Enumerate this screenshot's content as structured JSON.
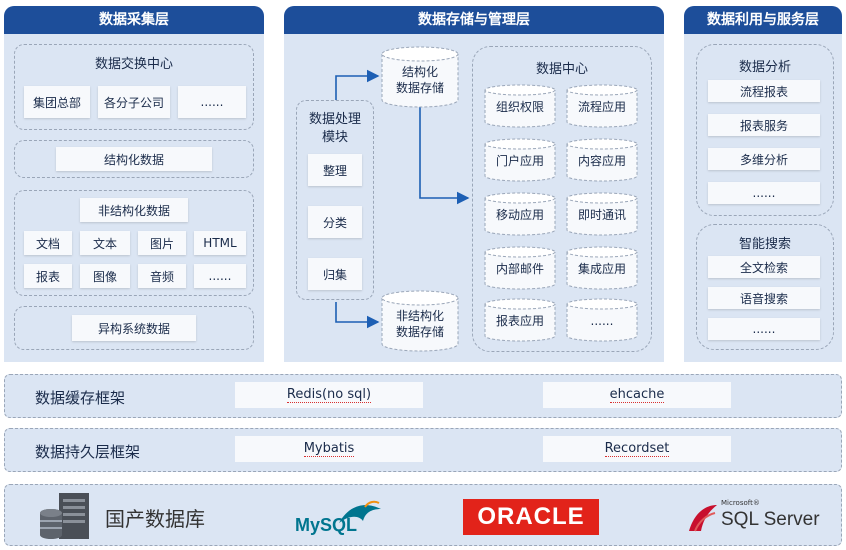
{
  "collection_layer": {
    "header": "数据采集层",
    "exchange_center": {
      "title": "数据交换中心",
      "items": [
        "集团总部",
        "各分子公司",
        "......"
      ]
    },
    "structured": "结构化数据",
    "unstructured": {
      "title": "非结构化数据",
      "items": [
        "文档",
        "文本",
        "图片",
        "HTML",
        "报表",
        "图像",
        "音频",
        "......"
      ]
    },
    "heterogeneous": "异构系统数据"
  },
  "storage_layer": {
    "header": "数据存储与管理层",
    "processing_module": {
      "title_line1": "数据处理",
      "title_line2": "模块",
      "items": [
        "整理",
        "分类",
        "归集"
      ]
    },
    "structured_storage": {
      "line1": "结构化",
      "line2": "数据存储"
    },
    "unstructured_storage": {
      "line1": "非结构化",
      "line2": "数据存储"
    },
    "data_center": {
      "title": "数据中心",
      "items": [
        "组织权限",
        "流程应用",
        "门户应用",
        "内容应用",
        "移动应用",
        "即时通讯",
        "内部邮件",
        "集成应用",
        "报表应用",
        "......"
      ]
    }
  },
  "service_layer": {
    "header": "数据利用与服务层",
    "analysis": {
      "title": "数据分析",
      "items": [
        "流程报表",
        "报表服务",
        "多维分析",
        "......"
      ]
    },
    "search": {
      "title": "智能搜索",
      "items": [
        "全文检索",
        "语音搜索",
        "......"
      ]
    }
  },
  "cache_framework": {
    "label": "数据缓存框架",
    "items": [
      "Redis(no sql)",
      "ehcache"
    ]
  },
  "persistence_framework": {
    "label": "数据持久层框架",
    "items": [
      "Mybatis",
      "Recordset"
    ]
  },
  "databases": {
    "domestic_label": "国产数据库",
    "mysql_logo": "MySQL",
    "oracle_logo": "ORACLE",
    "sqlserver_small": "Microsoft®",
    "sqlserver_logo": "SQL Server",
    "colors": {
      "oracle_red": "#e2231a",
      "mysql_blue": "#00758f",
      "mysql_orange": "#f29111",
      "header_blue": "#1d4e9a"
    }
  }
}
